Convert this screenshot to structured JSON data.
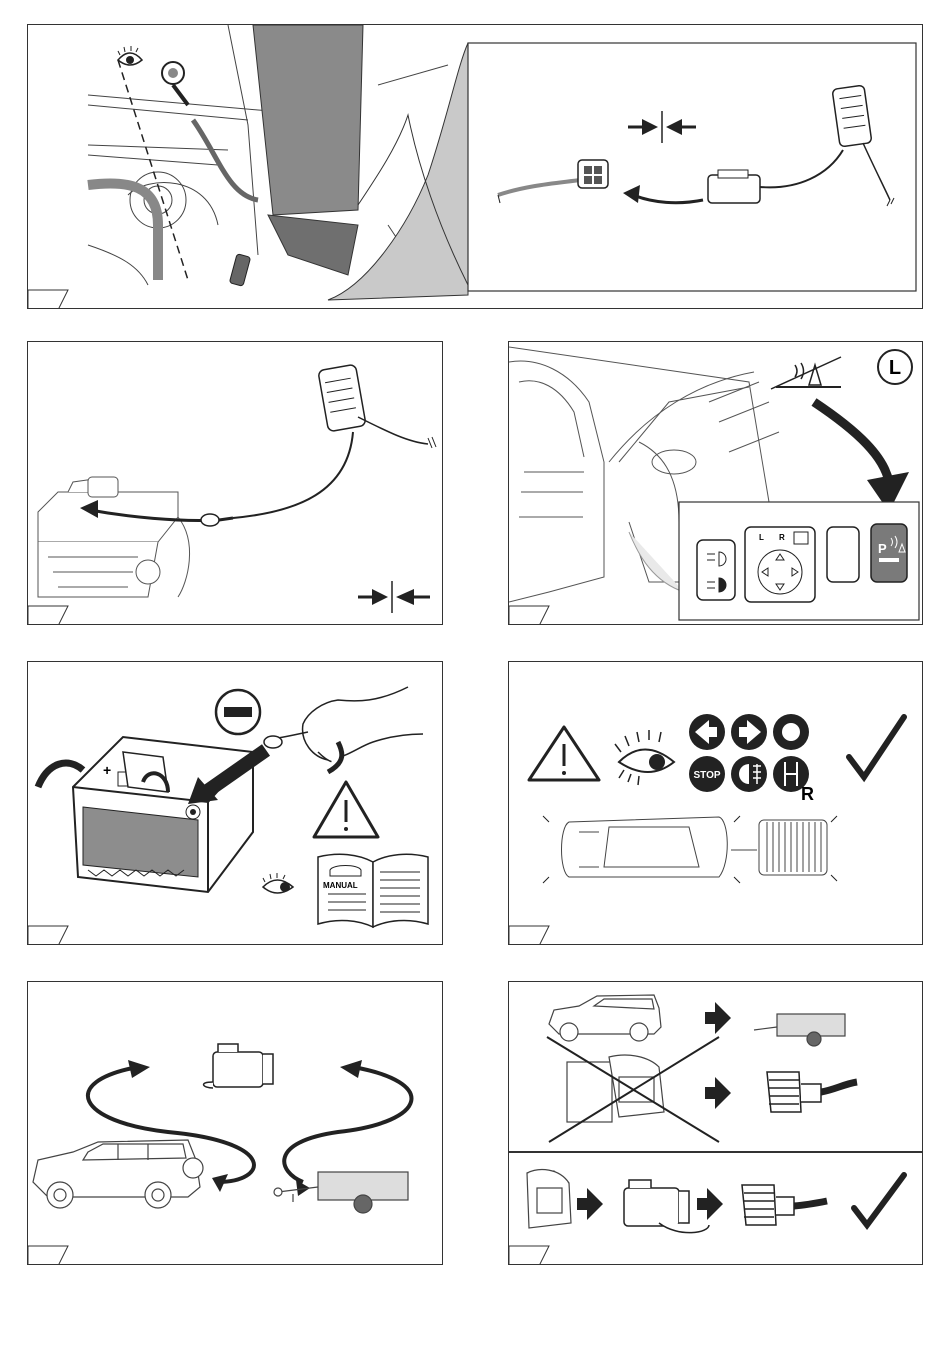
{
  "panels": {
    "p1": {
      "id": "step-1"
    },
    "p2": {
      "id": "step-2"
    },
    "p3": {
      "id": "step-3",
      "circle_letter": "L"
    },
    "p4": {
      "id": "step-4",
      "manual_label": "MANUAL"
    },
    "p5": {
      "id": "step-5",
      "stop_label": "STOP",
      "reverse_letter": "R",
      "parking_label": "P"
    },
    "p6": {
      "id": "step-6"
    },
    "p7": {
      "id": "step-7"
    },
    "p8": {
      "id": "step-8"
    }
  },
  "icons": [
    "eye-icon",
    "warning-icon",
    "connect-arrows-icon",
    "checkmark-icon",
    "minus-icon",
    "arrow-left-icon",
    "arrow-right-icon",
    "stop-icon",
    "fog-light-icon",
    "reverse-gear-icon",
    "no-parking-sensor-icon",
    "manual-book-icon"
  ],
  "colors": {
    "line": "#222222",
    "grey": "#7a7a7a",
    "darkgrey": "#555555",
    "paper": "#ffffff"
  }
}
